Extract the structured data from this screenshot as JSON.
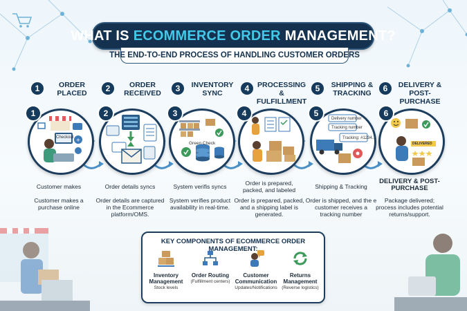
{
  "header": {
    "title_part1": "WHAT IS",
    "title_part2": "ECOMMERCE ORDER",
    "title_part3": "MANAGEMENT?",
    "subtitle": "THE END-TO-END PROCESS OF HANDLING CUSTOMER ORDERS"
  },
  "colors": {
    "navy": "#14324f",
    "accent": "#42c8e8",
    "arrow": "#4a90c6"
  },
  "steps": [
    {
      "num": "1",
      "label_line1": "ORDER",
      "label_line2": "PLACED",
      "icon": "storefront-shopping-icon",
      "caption": "Customer makes",
      "desc": "Customer makes a purchase online",
      "inner_text": "Checkout"
    },
    {
      "num": "2",
      "label_line1": "ORDER",
      "label_line2": "RECEIVED",
      "icon": "server-envelope-icon",
      "caption": "Order details syncs",
      "desc": "Order details are captured in the Ecommerce platform/OMS."
    },
    {
      "num": "3",
      "label_line1": "INVENTORY",
      "label_line2": "SYNC",
      "icon": "warehouse-database-icon",
      "caption": "System verifis syncs",
      "desc": "System verifies product availability in real-time.",
      "inner_text": "Green Check"
    },
    {
      "num": "4",
      "label_line1": "PROCESSING &",
      "label_line2": "FULFILLMENT",
      "icon": "packing-worker-icon",
      "caption": "Order is prepared, packed, and labeled",
      "desc": "Order is prepared, packed, and a shipping label is generated."
    },
    {
      "num": "5",
      "label_line1": "SHIPPING &",
      "label_line2": "TRACKING",
      "icon": "delivery-truck-icon",
      "caption": "Shipping & Tracking",
      "desc": "Order is shipped, and the e customer receives a tracking number",
      "inner_text_1": "Delivery number",
      "inner_text_2": "Tracking number",
      "inner_text_3": "Tracking: #1234..."
    },
    {
      "num": "6",
      "label_line1": "DELIVERY &",
      "label_line2": "POST-PURCHASE",
      "icon": "happy-customer-icon",
      "caption": "DELIVERY & POST-PURCHASE",
      "desc": "Package delivered; process includes potential returns/support.",
      "inner_text": "DELIVERED"
    }
  ],
  "components": {
    "title": "KEY COMPONENTS OF ECOMMERCE ORDER MANAGEMENT:",
    "items": [
      {
        "name": "Inventory Management",
        "desc": "Stock levels",
        "icon": "boxes-icon"
      },
      {
        "name": "Order Routing",
        "desc": "(Fulfillment centers)",
        "icon": "routing-network-icon"
      },
      {
        "name": "Customer Communication",
        "desc": "Updates/Notifications",
        "icon": "chat-person-icon"
      },
      {
        "name": "Returns Management",
        "desc": "(Reverse logistics)",
        "icon": "return-arrows-icon"
      }
    ]
  }
}
